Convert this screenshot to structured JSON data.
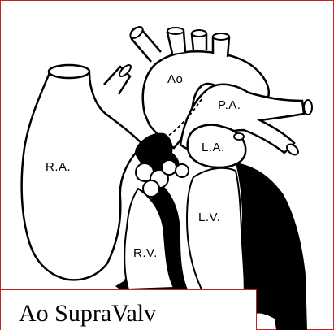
{
  "labels": {
    "aorta": "Ao",
    "pulmonary_artery": "P.A.",
    "left_atrium": "L.A.",
    "right_atrium": "R.A.",
    "left_ventricle": "L.V.",
    "right_ventricle": "R.V."
  },
  "caption": "Ao SupraValv",
  "colors": {
    "ink": "#000000",
    "frame": "#c82020",
    "background": "#ffffff"
  }
}
